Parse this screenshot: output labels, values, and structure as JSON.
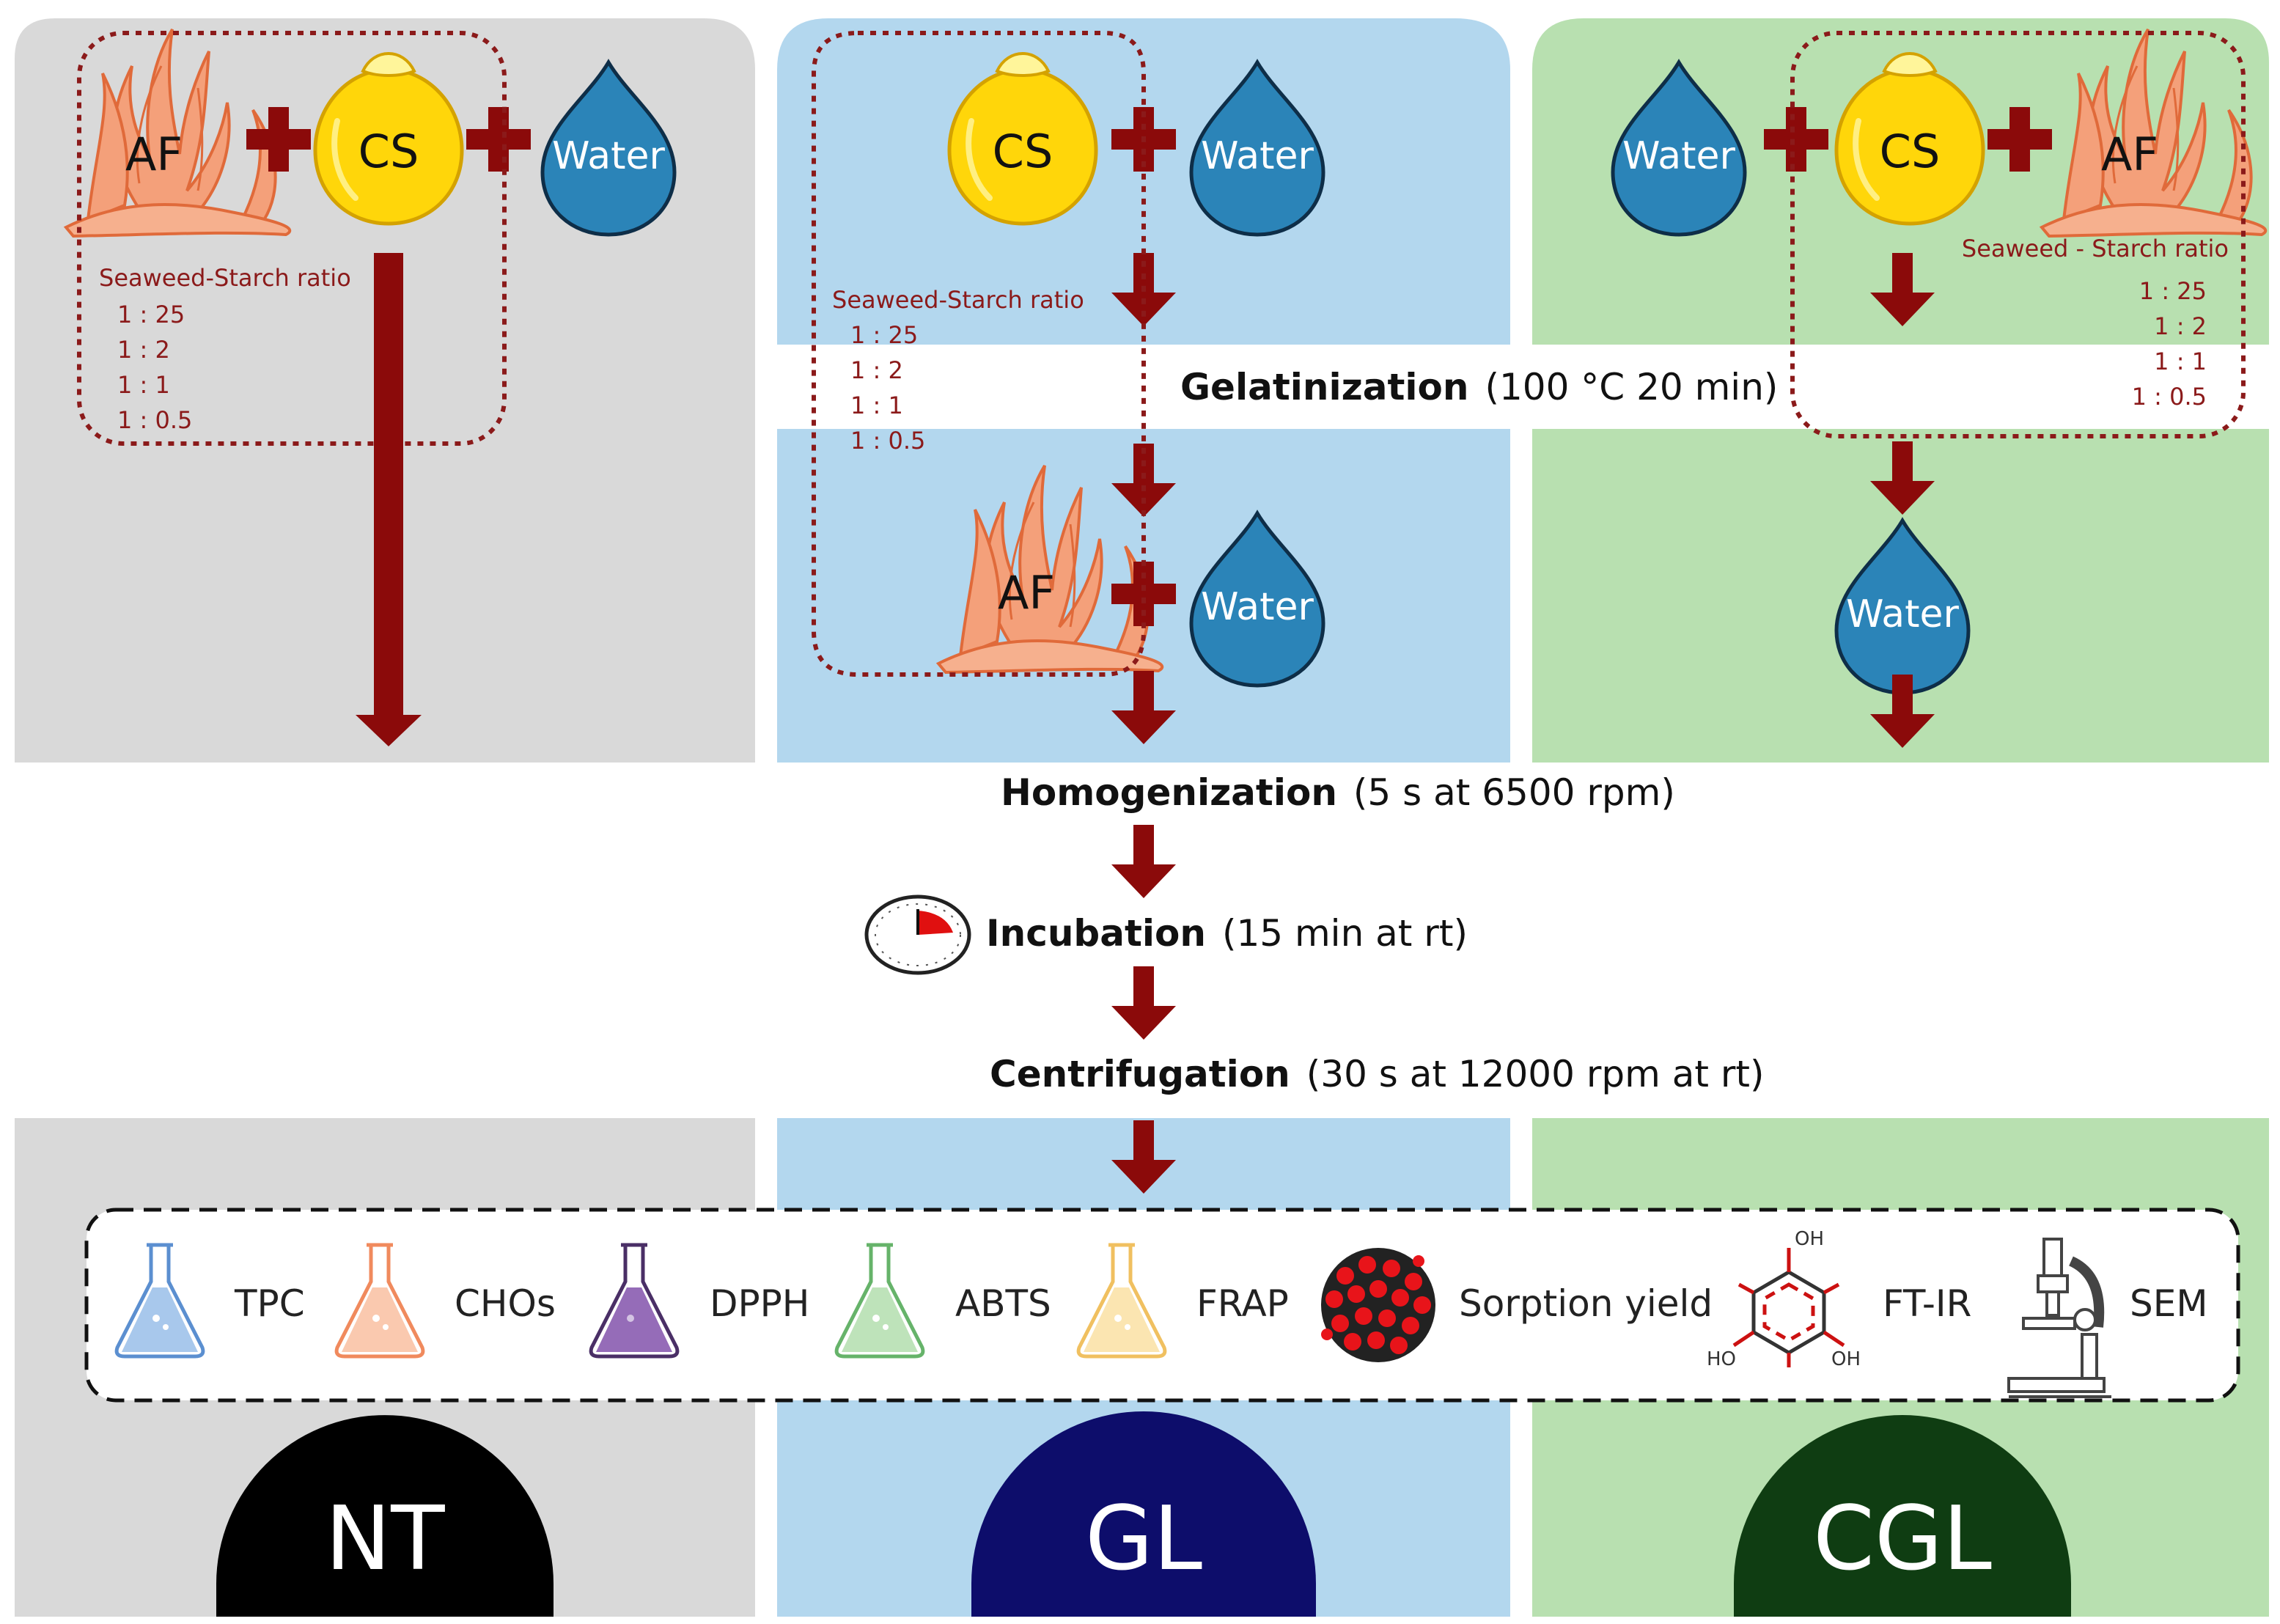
{
  "colors": {
    "panel_nt": "#d9d9d9",
    "panel_gl": "#b3d7ee",
    "panel_cgl": "#b8e0b0",
    "dark_red": "#8b0a0a",
    "ratio_red": "#8b1a1a",
    "water_blue": "#2b84b8",
    "corn_yellow": "#ffd60a",
    "seaweed_orange": "#f4a07a",
    "badge_nt": "#000000",
    "badge_gl": "#0d0d6b",
    "badge_cgl": "#0f3d12"
  },
  "labels": {
    "af": "AF",
    "cs": "CS",
    "water": "Water",
    "ratio_title_nt": "Seaweed-Starch ratio",
    "ratio_title_gl": "Seaweed-Starch ratio",
    "ratio_title_cgl": "Seaweed  - Starch ratio",
    "ratios": [
      "1 : 25",
      "1 : 2",
      "1 : 1",
      "1 : 0.5"
    ]
  },
  "steps": {
    "gelatinization": {
      "name": "Gelatinization",
      "cond": "(100 °C 20 min)"
    },
    "homogenization": {
      "name": "Homogenization",
      "cond": "(5 s at 6500 rpm)"
    },
    "incubation": {
      "name": "Incubation",
      "cond": "(15 min at rt)"
    },
    "centrifugation": {
      "name": "Centrifugation",
      "cond": "(30 s at 12000 rpm at rt)"
    }
  },
  "analyses": [
    {
      "label": "TPC",
      "icon": "flask-icon",
      "color": "#5b8fd0",
      "fill": "#9fc2ea"
    },
    {
      "label": "CHOs",
      "icon": "flask-icon",
      "color": "#f08a5d",
      "fill": "#f9c3a6"
    },
    {
      "label": "DPPH",
      "icon": "flask-icon",
      "color": "#6b3f90",
      "fill": "#8a5cb0"
    },
    {
      "label": "ABTS",
      "icon": "flask-icon",
      "color": "#66b36a",
      "fill": "#b7e0b2"
    },
    {
      "label": "FRAP",
      "icon": "flask-icon",
      "color": "#f0c060",
      "fill": "#fbe2a8"
    },
    {
      "label": "Sorption yield",
      "icon": "sorbent-particle-icon"
    },
    {
      "label": "FT-IR",
      "icon": "molecule-icon",
      "oh": "OH",
      "ho": "HO"
    },
    {
      "label": "SEM",
      "icon": "microscope-icon"
    }
  ],
  "badges": {
    "nt": "NT",
    "gl": "GL",
    "cgl": "CGL"
  }
}
